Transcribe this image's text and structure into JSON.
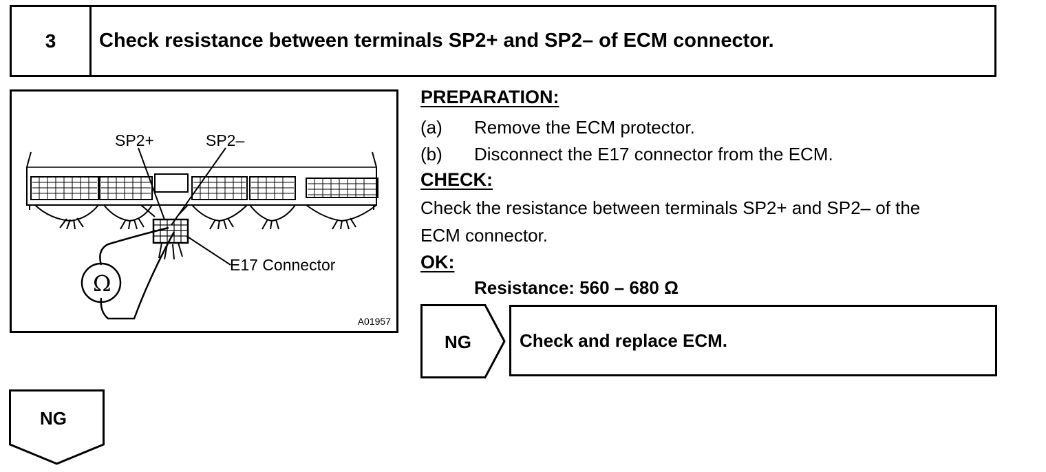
{
  "step": {
    "number": "3",
    "title": "Check resistance between terminals SP2+ and SP2– of ECM connector."
  },
  "figure": {
    "label_sp2_plus": "SP2+",
    "label_sp2_minus": "SP2–",
    "label_connector": "E17 Connector",
    "ohm_symbol": "Ω",
    "figure_id": "A01957"
  },
  "preparation": {
    "heading": "PREPARATION:",
    "items": [
      {
        "marker": "(a)",
        "text": "Remove the ECM protector."
      },
      {
        "marker": "(b)",
        "text": "Disconnect the E17 connector from the ECM."
      }
    ]
  },
  "check": {
    "heading": "CHECK:",
    "lines": [
      "Check the resistance between terminals SP2+ and SP2– of the",
      "ECM connector."
    ]
  },
  "ok": {
    "heading": "OK:",
    "spec": "Resistance: 560 – 680 Ω"
  },
  "ng_result": {
    "label": "NG",
    "action": "Check and replace ECM."
  },
  "ng_bottom": {
    "label": "NG"
  }
}
